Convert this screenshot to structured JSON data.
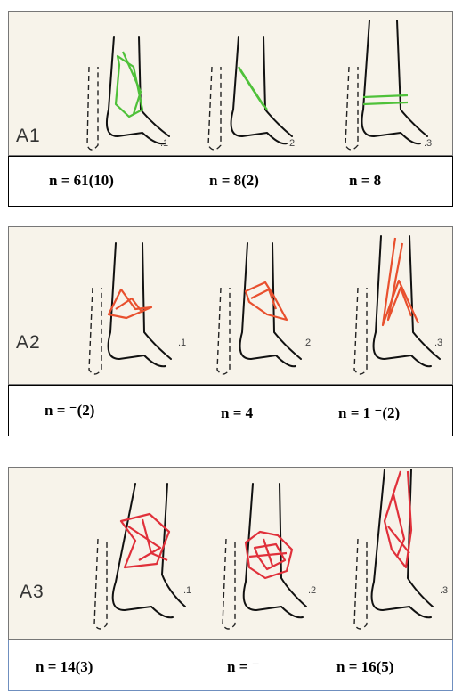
{
  "groups": [
    {
      "label": "A1",
      "subtypes": [
        ".1",
        ".2",
        ".3"
      ],
      "counts": [
        "n = 61(10)",
        "n = 8(2)",
        "n = 8"
      ],
      "fracture_color": "#4fc13a"
    },
    {
      "label": "A2",
      "subtypes": [
        ".1",
        ".2",
        ".3"
      ],
      "counts": [
        "n = ⁻(2)",
        "n = 4",
        "n = 1 ⁻(2)"
      ],
      "fracture_color": "#e8502e"
    },
    {
      "label": "A3",
      "subtypes": [
        ".1",
        ".2",
        ".3"
      ],
      "counts": [
        "n = 14(3)",
        "n = ⁻",
        "n = 16(5)"
      ],
      "fracture_color": "#e0303a"
    }
  ]
}
